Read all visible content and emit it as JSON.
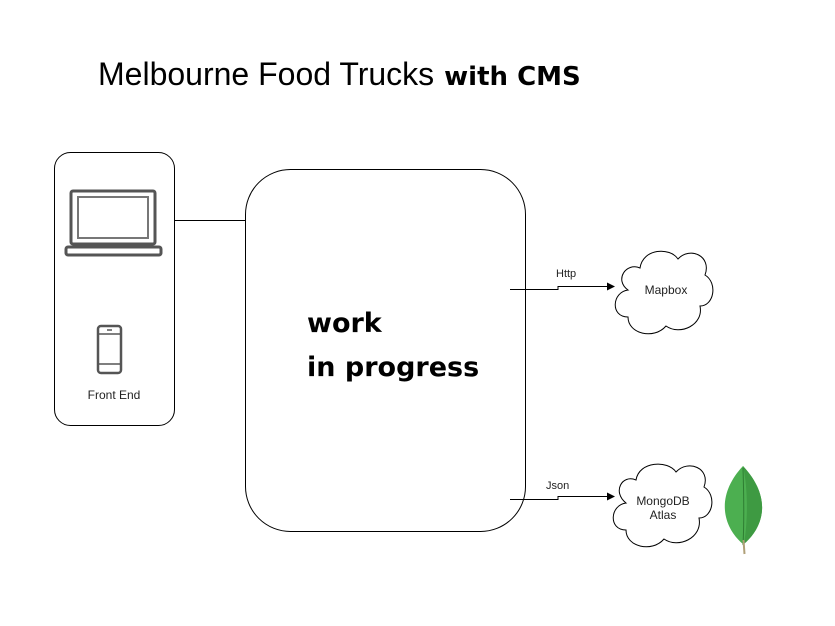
{
  "diagram": {
    "title": "Melbourne Food Trucks",
    "title_suffix": "with CMS",
    "main_box": {
      "line1": "work",
      "line2": "in progress"
    },
    "frontend": {
      "label": "Front End",
      "icons": [
        "laptop-icon",
        "smartphone-icon"
      ]
    },
    "edges": {
      "http_label": "Http",
      "json_label": "Json"
    },
    "services": {
      "mapbox": "Mapbox",
      "mongodb_line1": "MongoDB",
      "mongodb_line2": "Atlas",
      "mongodb_logo": "mongodb-leaf-icon"
    },
    "colors": {
      "leaf_green": "#4caf50",
      "leaf_dark": "#2e7d32",
      "leaf_stem": "#b0a079",
      "stroke": "#000000"
    }
  }
}
